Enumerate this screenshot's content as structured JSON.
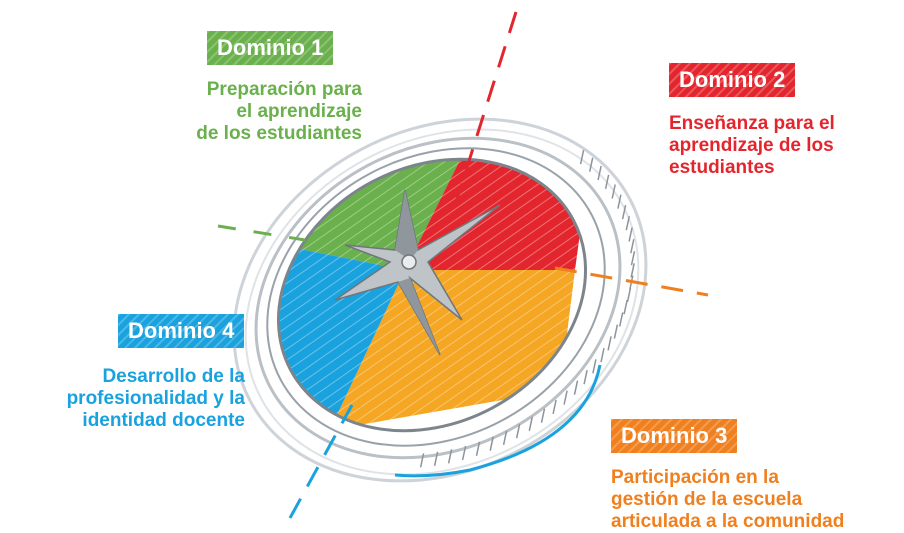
{
  "colors": {
    "green": "#6ab04c",
    "red": "#e3262e",
    "orange": "#f07f1e",
    "blue": "#1aa2de",
    "amber": "#f5a623"
  },
  "domains": [
    {
      "badge": "Dominio 1",
      "lines": [
        "Preparación para",
        "el aprendizaje",
        "de los estudiantes"
      ]
    },
    {
      "badge": "Dominio 2",
      "lines": [
        "Enseñanza para el",
        "aprendizaje de los",
        "estudiantes"
      ]
    },
    {
      "badge": "Dominio 3",
      "lines": [
        "Participación en la",
        "gestión de la escuela",
        "articulada a la comunidad"
      ]
    },
    {
      "badge": "Dominio 4",
      "lines": [
        "Desarrollo de la",
        "profesionalidad y la",
        "identidad docente"
      ]
    }
  ]
}
